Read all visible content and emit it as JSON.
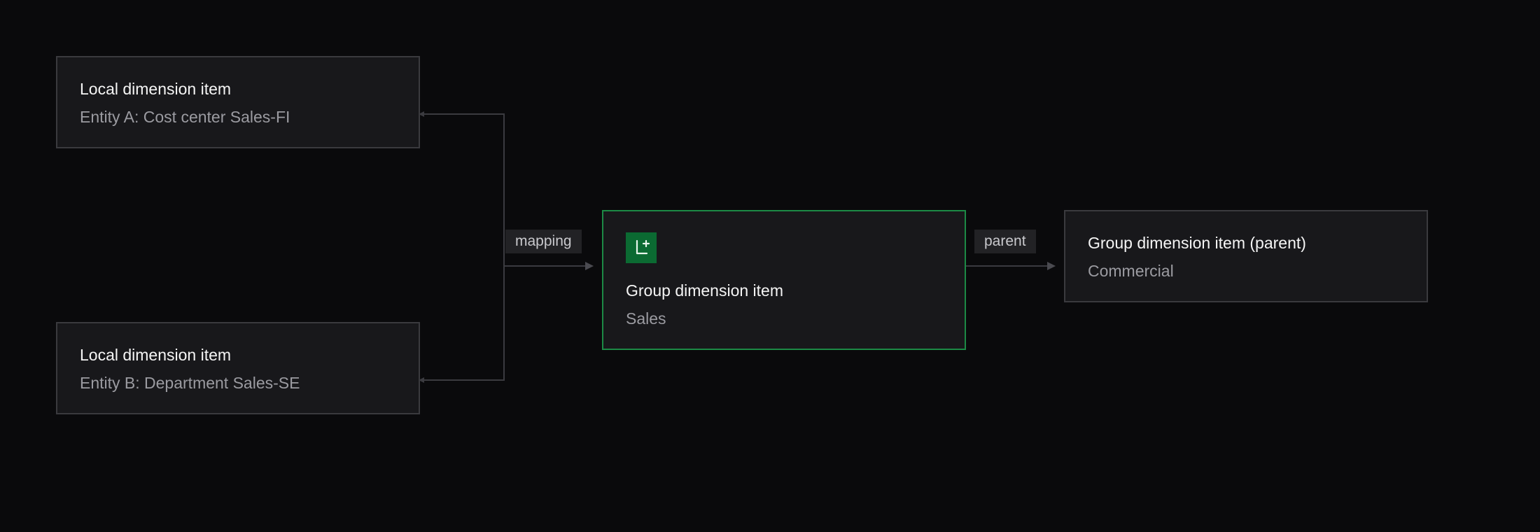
{
  "nodes": {
    "local_a": {
      "title": "Local dimension item",
      "subtitle": "Entity A: Cost center Sales-FI"
    },
    "local_b": {
      "title": "Local dimension item",
      "subtitle": "Entity B: Department Sales-SE"
    },
    "group": {
      "title": "Group dimension item",
      "subtitle": "Sales",
      "icon": "add-subitem-icon"
    },
    "parent": {
      "title": "Group dimension item (parent)",
      "subtitle": "Commercial"
    }
  },
  "edges": {
    "mapping_label": "mapping",
    "parent_label": "parent"
  },
  "colors": {
    "background": "#0a0a0c",
    "node_fill": "#18181b",
    "node_border": "#3a3a3e",
    "accent": "#1c8a45",
    "icon_fill": "#0b6a32",
    "connector": "#3b3b40"
  }
}
